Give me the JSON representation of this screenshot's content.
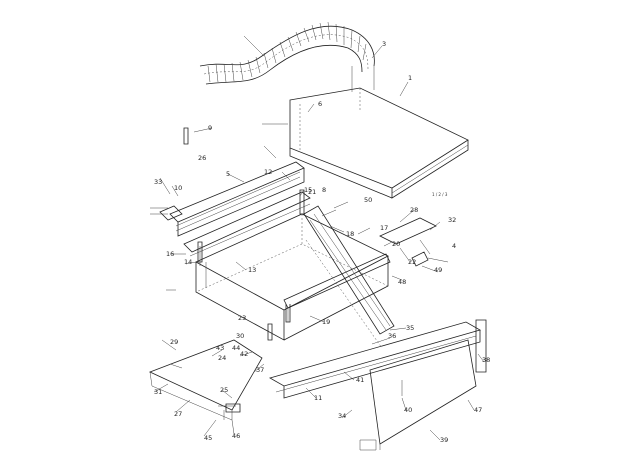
{
  "figure": {
    "sheet_ref": "1 / 2 / 3",
    "labels": [
      "1",
      "3",
      "4",
      "5",
      "6",
      "8",
      "9",
      "10",
      "11",
      "12",
      "13",
      "14",
      "15",
      "16",
      "17",
      "18",
      "19",
      "20",
      "21",
      "22",
      "23",
      "24",
      "25",
      "26",
      "27",
      "28",
      "29",
      "30",
      "31",
      "32",
      "33",
      "34",
      "35",
      "36",
      "37",
      "38",
      "39",
      "40",
      "41",
      "42",
      "43",
      "44",
      "45",
      "46",
      "47",
      "48",
      "49",
      "50"
    ]
  }
}
